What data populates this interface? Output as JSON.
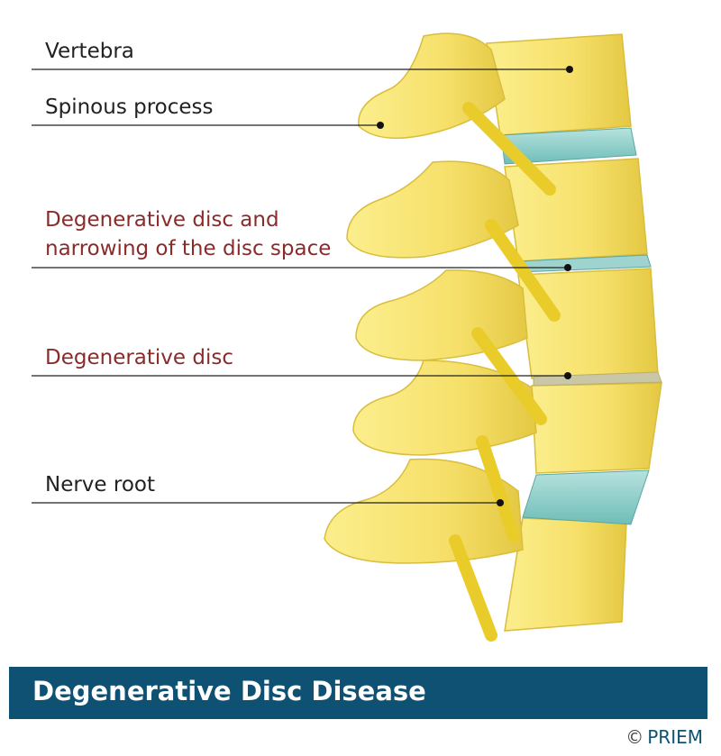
{
  "labels": {
    "vertebra": "Vertebra",
    "spinous_process": "Spinous process",
    "degenerative_narrowing_line1": "Degenerative disc and",
    "degenerative_narrowing_line2": "narrowing of the disc space",
    "degenerative_disc": "Degenerative disc",
    "nerve_root": "Nerve root"
  },
  "title": "Degenerative Disc Disease",
  "copyright": {
    "symbol": "©",
    "brand": "PRIEM"
  },
  "colors": {
    "bone": "#f7e36a",
    "bone_shade": "#e0c83a",
    "disc_healthy": "#8fd0cc",
    "nerve": "#e9cc2a",
    "label_text": "#222222",
    "label_alert": "#8a2b2b",
    "title_bar": "#0f5173",
    "leader_line": "#222222"
  }
}
